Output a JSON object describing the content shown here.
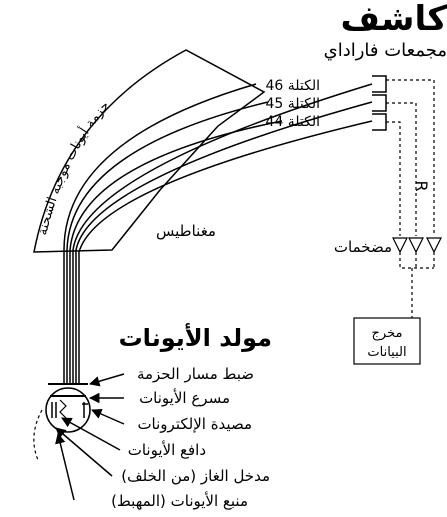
{
  "detector": {
    "title": "كاشف",
    "subtitle": "مجمعات فاراداي"
  },
  "masses": [
    "الكتلة 46",
    "الكتلة 45",
    "الكتلة 44"
  ],
  "magnet_label": "مغناطيس",
  "beam_label": "حزمة أيونات موجبة الشحنة",
  "amplifiers_label": "مضخمات",
  "resistor_symbol": "R",
  "output_label_line1": "مخرج",
  "output_label_line2": "البيانات",
  "ion_source": {
    "title": "مولد الأيونات",
    "labels": [
      "ضبط مسار الحزمة",
      "مسرع الأيونات",
      "مصيدة الإلكترونات",
      "دافع الأيونات",
      "مدخل الغاز (من الخلف)",
      "منبع الأيونات (المهبط)"
    ]
  }
}
